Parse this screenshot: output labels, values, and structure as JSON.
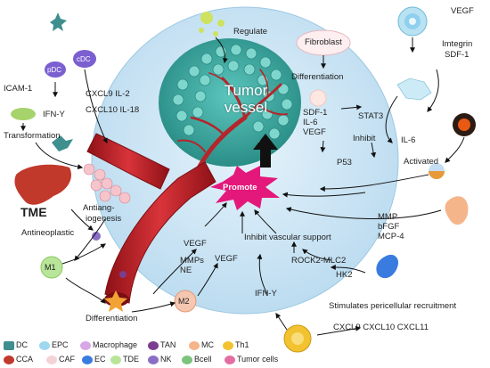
{
  "diagram": {
    "center_title": [
      "Tumor",
      "vessel"
    ],
    "promote": "Promote",
    "labels": {
      "regulate": "Regulate",
      "fibroblast": "Fibroblast",
      "differentiation_top": "Differentiation",
      "sdf1": "SDF-1",
      "il6_a": "IL-6",
      "vegf_a": "VEGF",
      "stat3": "STAT3",
      "inhibit": "Inhibit",
      "p53": "P53",
      "vegf_top": "VEGF",
      "imtegrin": "Imtegrin",
      "sdf1_b": "SDF-1",
      "il6_b": "IL-6",
      "activated": "Activated",
      "pdc": "pDC",
      "cdc": "cDC",
      "icam1": "ICAM-1",
      "ifny_left": "IFN-Y",
      "cxcl9_il2": "CXCL9  IL-2",
      "cxcl10_il18": "CXCL10  IL-18",
      "transformation": "Transformation",
      "tme": "TME",
      "antiangiogenesis_1": "Antiang-",
      "antiangiogenesis_2": "iogenesis",
      "antineoplastic": "Antineoplastic",
      "m1": "M1",
      "m2": "M2",
      "mmp": "MMP",
      "bfgf": "bFGF",
      "mcp4": "MCP-4",
      "inhibit_vascular": "Inhibit vascular support",
      "vegf_b": "VEGF",
      "mmps": "MMPs",
      "ne": "NE",
      "vegf_c": "VEGF",
      "rock2": "ROCK2-MLC2",
      "hk2": "HK2",
      "ifny_bottom": "IFN-Y",
      "differentiation_bottom": "Differentiation",
      "stimulates": "Stimulates pericellular recruitment",
      "cxcl_row": "CXCL9  CXCL10  CXCL11"
    }
  },
  "legend": [
    {
      "symbol": "dc-icon",
      "label": "DC",
      "color": "#3f8f8f"
    },
    {
      "symbol": "epc-icon",
      "label": "EPC",
      "color": "#9fd7ef"
    },
    {
      "symbol": "macrophage-icon",
      "label": "Macrophage",
      "color": "#d7a7e6"
    },
    {
      "symbol": "tan-icon",
      "label": "TAN",
      "color": "#7a3d8f"
    },
    {
      "symbol": "mc-icon",
      "label": "MC",
      "color": "#f5b58a"
    },
    {
      "symbol": "th1-icon",
      "label": "Th1",
      "color": "#f2c230"
    },
    {
      "symbol": "cca-icon",
      "label": "CCA",
      "color": "#c0392b"
    },
    {
      "symbol": "caf-icon",
      "label": "CAF",
      "color": "#f4d3d8"
    },
    {
      "symbol": "ec-icon",
      "label": "EC",
      "color": "#3a7be0"
    },
    {
      "symbol": "tde-icon",
      "label": "TDE",
      "color": "#b9e59a"
    },
    {
      "symbol": "nk-icon",
      "label": "NK",
      "color": "#8a6fc4"
    },
    {
      "symbol": "bcell-icon",
      "label": "Bcell",
      "color": "#7cc47c"
    },
    {
      "symbol": "tumor-cells-icon",
      "label": "Tumor cells",
      "color": "#e36fa0"
    }
  ],
  "colors": {
    "circle": "#cfe7f7",
    "vessel": "#c0282d",
    "tumor": "#2fa8a0",
    "promote": "#e4177a",
    "arrow": "#111111"
  }
}
